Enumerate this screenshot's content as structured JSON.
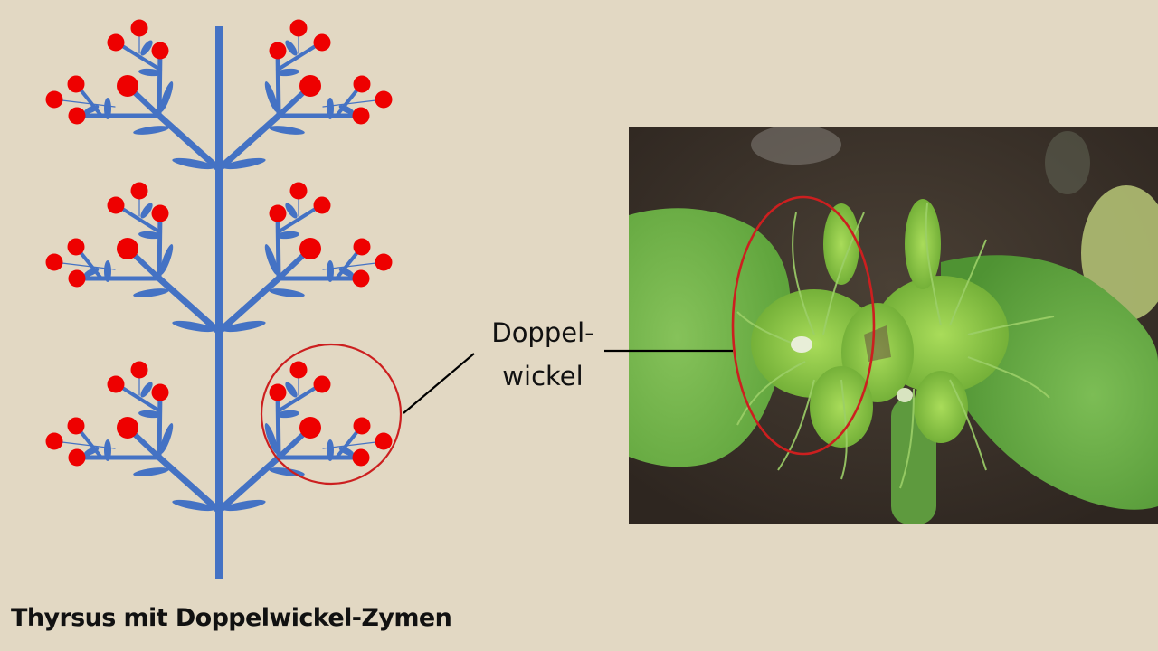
{
  "caption": "Thyrsus mit Doppelwickel-Zymen",
  "callout": {
    "line1": "Doppel-",
    "line2": "wickel"
  },
  "colors": {
    "background": "#e2d8c3",
    "axis": "#4472c4",
    "flower": "#ee0000",
    "highlight": "#cc1f1f",
    "leader_line": "#000000"
  },
  "diagram": {
    "type": "thyrsus",
    "tiers": 3,
    "cymes_per_tier": 2,
    "flowers_per_cyme": 7,
    "highlighted_cyme": "tier-3-right"
  },
  "photo": {
    "subject": "plant with double cymes (Doppelwickel)",
    "highlighted_region": "left cyme cluster"
  }
}
